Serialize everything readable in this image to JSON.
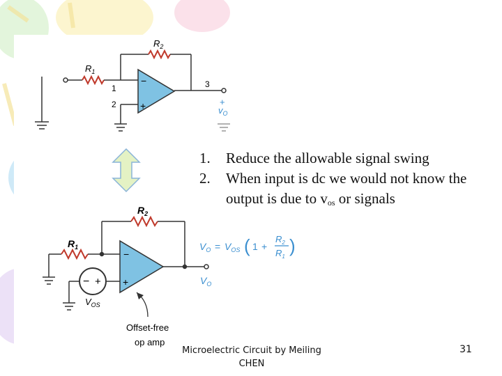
{
  "slide": {
    "bullets": [
      {
        "num": "1.",
        "text": "Reduce the allowable signal swing"
      },
      {
        "num": "2.",
        "text_before": "When input is dc we would not know the output is due to v",
        "sub": "os",
        "text_after": " or signals"
      }
    ],
    "footer": "Microelectric Circuit by Meiling CHEN",
    "page_number": "31",
    "colors": {
      "opamp_fill": "#7fc2e3",
      "equation": "#3b8fd0",
      "arrow_fill": "#e4f2c4"
    }
  },
  "circuit_top": {
    "r1": "R",
    "r1_sub": "1",
    "r2": "R",
    "r2_sub": "2",
    "node1": "1",
    "node2": "2",
    "node3": "3",
    "minus": "−",
    "plus": "+",
    "out_plus": "+",
    "out_label": "v",
    "out_sub": "O"
  },
  "circuit_bottom": {
    "r1": "R",
    "r1_sub": "1",
    "r2": "R",
    "r2_sub": "2",
    "minus": "−",
    "plus": "+",
    "src_minus": "−",
    "src_plus": "+",
    "vos": "V",
    "vos_sub": "OS",
    "offset_line1": "Offset-free",
    "offset_line2": "op amp"
  },
  "equation": {
    "vo": "V",
    "vo_sub": "O",
    "eq": "=",
    "vos": "V",
    "vos_sub": "OS",
    "one": "1",
    "plus": "+",
    "num": "R",
    "num_sub": "2",
    "den": "R",
    "den_sub": "1",
    "out_label": "V",
    "out_sub": "O"
  }
}
